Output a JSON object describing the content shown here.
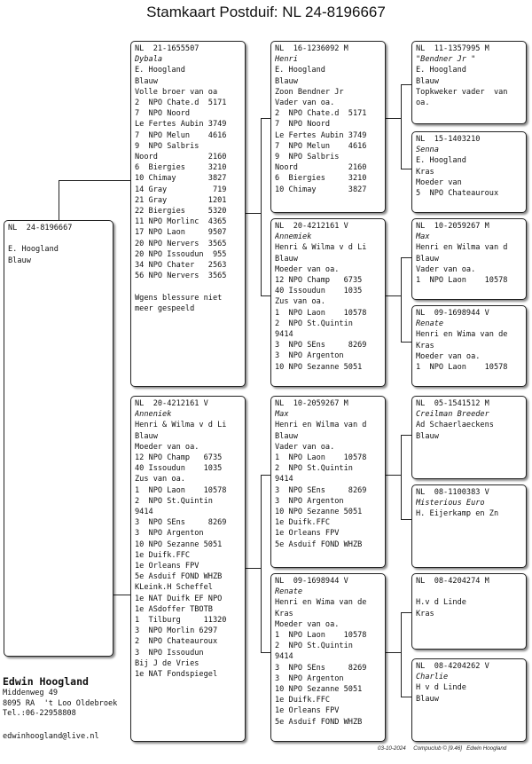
{
  "title": "Stamkaart Postduif: NL  24-8196667",
  "main_bird": {
    "ring": "NL  24-8196667",
    "rows": [
      "",
      "E. Hoogland",
      "Blauw"
    ]
  },
  "father": {
    "ring": "NL  21-1655507",
    "name": "Dybala",
    "rows": [
      "E. Hoogland",
      "Blauw",
      "Volle broer van oa",
      "2  NPO Chate.d  5171",
      "7  NPO Noord",
      "Le Fertes Aubin 3749",
      "7  NPO Melun    4616",
      "9  NPO Salbris",
      "Noord           2160",
      "6  Biergies     3210",
      "10 Chimay       3827",
      "14 Gray          719",
      "21 Gray         1201",
      "22 Biergies     5320",
      "11 NPO Morlinc  4365",
      "17 NPO Laon     9507",
      "20 NPO Nervers  3565",
      "20 NPO Issoudun  955",
      "34 NPO Chater   2563",
      "56 NPO Nervers  3565",
      "",
      "Wgens blessure niet",
      "meer gespeeld"
    ]
  },
  "mother": {
    "ring": "NL  20-4212161 V",
    "name": "Anneniek",
    "rows": [
      "Henri & Wilma v d Li",
      "Blauw",
      "Moeder van oa.",
      "12 NPO Champ   6735",
      "40 Issoudun    1035",
      "Zus van oa.",
      "1  NPO Laon    10578",
      "2  NPO St.Quintin",
      "9414",
      "3  NPO SEns     8269",
      "3  NPO Argenton",
      "10 NPO Sezanne 5051",
      "1e Duifk.FFC",
      "1e Orleans FPV",
      "5e Asduif FOND WHZB",
      "KLeink.H Scheffel",
      "1e NAT Duifk EF NPO",
      "1e ASdoffer TBOTB",
      "1  Tilburg     11320",
      "3  NPO Morlin 6297",
      "2  NPO Chateauroux",
      "3  NPO Issoudun",
      "Bij J de Vries",
      "1e NAT Fondspiegel"
    ]
  },
  "ff": {
    "ring": "NL  16-1236092 M",
    "name": "Henri",
    "rows": [
      "E. Hoogland",
      "Blauw",
      "Zoon Bendner Jr",
      "Vader van oa.",
      "2  NPO Chate.d  5171",
      "7  NPO Noord",
      "Le Fertes Aubin 3749",
      "7  NPO Melun    4616",
      "9  NPO Salbris",
      "Noord           2160",
      "6  Biergies     3210",
      "10 Chimay       3827"
    ]
  },
  "fm": {
    "ring": "NL  20-4212161 V",
    "name": "Annemiek",
    "rows": [
      "Henri & Wilma v d Li",
      "Blauw",
      "Moeder van oa.",
      "12 NPO Champ   6735",
      "40 Issoudun    1035",
      "Zus van oa.",
      "1  NPO Laon    10578",
      "2  NPO St.Quintin",
      "9414",
      "3  NPO SEns     8269",
      "3  NPO Argenton",
      "10 NPO Sezanne 5051"
    ]
  },
  "mf": {
    "ring": "NL  10-2059267 M",
    "name": "Max",
    "rows": [
      "Henri en Wilma van d",
      "Blauw",
      "Vader van oa.",
      "1  NPO Laon    10578",
      "2  NPO St.Quintin",
      "9414",
      "3  NPO SEns     8269",
      "3  NPO Argenton",
      "10 NPO Sezanne 5051",
      "1e Duifk.FFC",
      "1e Orleans FPV",
      "5e Asduif FOND WHZB"
    ]
  },
  "mm": {
    "ring": "NL  09-1698944 V",
    "name": "Renate",
    "rows": [
      "Henri en Wima van de",
      "Kras",
      "Moeder van oa.",
      "1  NPO Laon    10578",
      "2  NPO St.Quintin",
      "9414",
      "3  NPO SEns     8269",
      "3  NPO Argenton",
      "10 NPO Sezanne 5051",
      "1e Duifk.FFC",
      "1e Orleans FPV",
      "5e Asduif FOND WHZB"
    ]
  },
  "fff": {
    "ring": "NL  11-1357995 M",
    "name": "\"Bendner Jr \"",
    "rows": [
      "E. Hoogland",
      "Blauw",
      "Topkweker vader  van",
      "oa."
    ]
  },
  "ffm": {
    "ring": "NL  15-1403210",
    "name": "Senna",
    "rows": [
      "E. Hoogland",
      "Kras",
      "Moeder van",
      "5  NPO Chateauroux"
    ]
  },
  "fmf": {
    "ring": "NL  10-2059267 M",
    "name": "Max",
    "rows": [
      "Henri en Wilma van d",
      "Blauw",
      "Vader van oa.",
      "1  NPO Laon    10578"
    ]
  },
  "fmm": {
    "ring": "NL  09-1698944 V",
    "name": "Renate",
    "rows": [
      "Henri en Wima van de",
      "Kras",
      "Moeder van oa.",
      "1  NPO Laon    10578"
    ]
  },
  "mff": {
    "ring": "NL  05-1541512 M",
    "name": "Creilman Breeder",
    "rows": [
      "Ad Schaerlaeckens",
      "Blauw"
    ]
  },
  "mfm": {
    "ring": "NL  08-1100383 V",
    "name": "Misterious Euro",
    "rows": [
      "H. Eijerkamp en Zn"
    ]
  },
  "mmf": {
    "ring": "NL  08-4204274 M",
    "name": "",
    "rows": [
      "H.v d Linde",
      "Kras"
    ]
  },
  "mmm": {
    "ring": "NL  08-4204262 V",
    "name": "Charlie",
    "rows": [
      "H v d Linde",
      "Blauw"
    ]
  },
  "owner": {
    "name": "Edwin Hoogland",
    "address1": "Middenweg 49",
    "address2": "8095 RA  't Loo Oldebroek",
    "phone": "Tel.:06-22958808",
    "email": "edwinhoogland@live.nl"
  },
  "footer": "03-10-2024     Compuclub © [9.46]   Edwin Hoogland"
}
